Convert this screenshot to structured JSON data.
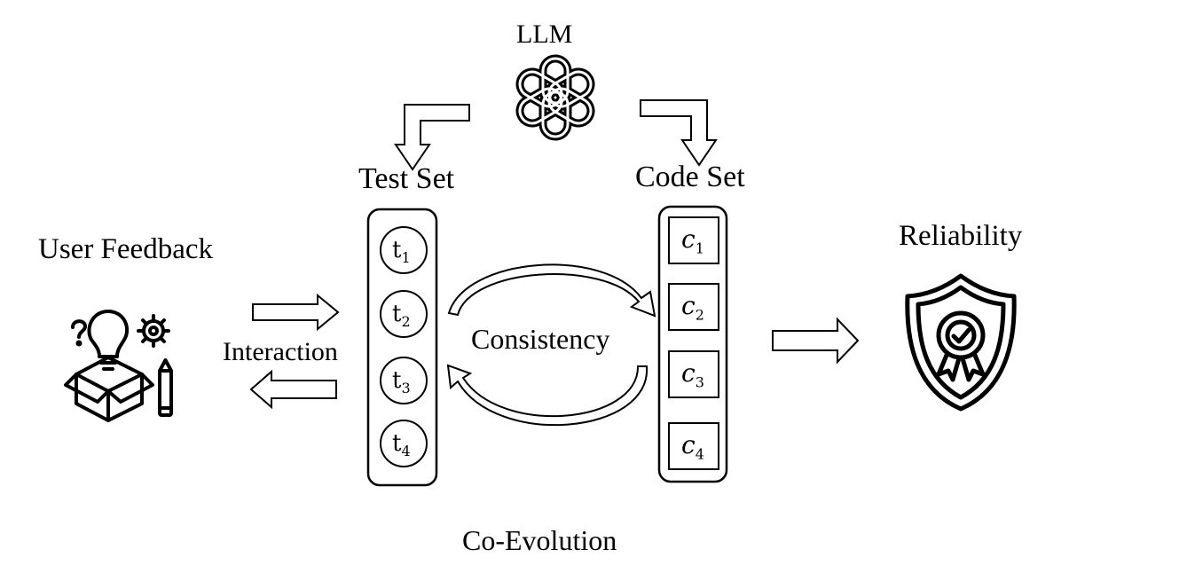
{
  "labels": {
    "llm": "LLM",
    "test_set": "Test Set",
    "code_set": "Code Set",
    "user_feedback": "User Feedback",
    "interaction": "Interaction",
    "consistency": "Consistency",
    "co_evolution": "Co-Evolution",
    "reliability": "Reliability"
  },
  "tests": [
    {
      "base": "t",
      "sub": "1"
    },
    {
      "base": "t",
      "sub": "2"
    },
    {
      "base": "t",
      "sub": "3"
    },
    {
      "base": "t",
      "sub": "4"
    }
  ],
  "codes": [
    {
      "base": "c",
      "sub": "1"
    },
    {
      "base": "c",
      "sub": "2"
    },
    {
      "base": "c",
      "sub": "3"
    },
    {
      "base": "c",
      "sub": "4"
    }
  ],
  "icons": {
    "llm": "openai-logo-icon",
    "user_feedback": "lightbulb-box-gear-pencil-icon",
    "reliability": "shield-badge-check-icon"
  },
  "colors": {
    "stroke": "#000000",
    "fill": "#ffffff"
  }
}
